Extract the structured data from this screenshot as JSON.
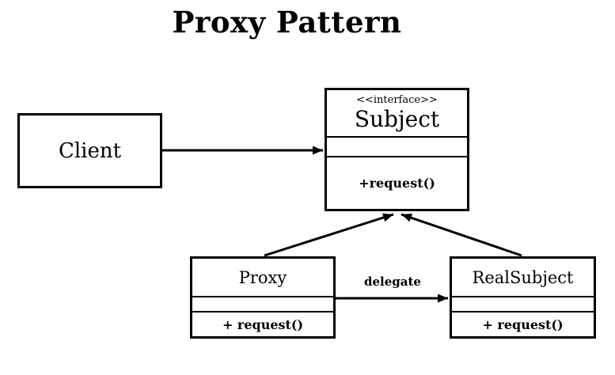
{
  "title": "Proxy Pattern",
  "colors": {
    "line": "#000000",
    "background": "#ffffff",
    "text": "#000000"
  },
  "classes": {
    "client": {
      "name": "Client"
    },
    "subject": {
      "stereotype": "<<interface>>",
      "name": "Subject",
      "attributes": "",
      "methods": "+request()"
    },
    "proxy": {
      "name": "Proxy",
      "attributes": "",
      "methods": "+ request()"
    },
    "realsubject": {
      "name": "RealSubject",
      "attributes": "",
      "methods": "+ request()"
    }
  },
  "relations": {
    "client_to_subject": {
      "from": "Client",
      "to": "Subject",
      "label": ""
    },
    "proxy_realizes_subject": {
      "from": "Proxy",
      "to": "Subject",
      "label": ""
    },
    "realsubject_realizes_subject": {
      "from": "RealSubject",
      "to": "Subject",
      "label": ""
    },
    "proxy_to_realsubject": {
      "from": "Proxy",
      "to": "RealSubject",
      "label": "delegate"
    }
  }
}
